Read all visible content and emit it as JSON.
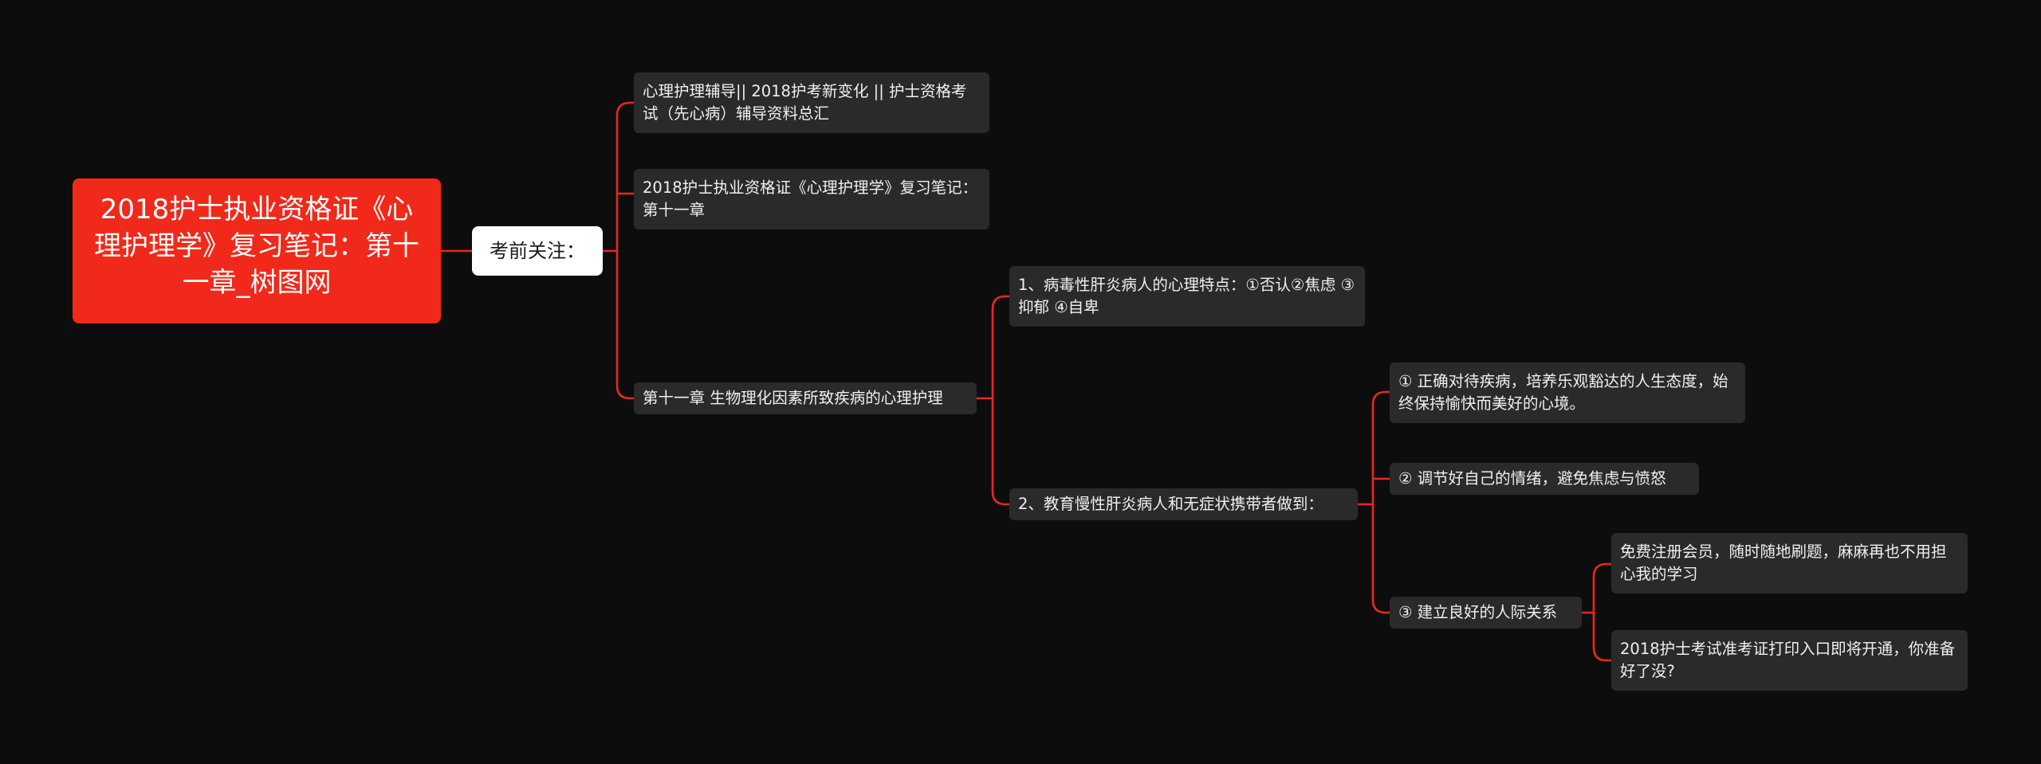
{
  "mindmap": {
    "root": "2018护士执业资格证《心理护理学》复习笔记：第十一章_树图网",
    "topic": "考前关注：",
    "items": [
      {
        "text": "心理护理辅导|| 2018护考新变化 || 护士资格考试（先心病）辅导资料总汇"
      },
      {
        "text": "2018护士执业资格证《心理护理学》复习笔记：第十一章"
      },
      {
        "text": "第十一章 生物理化因素所致疾病的心理护理",
        "children": [
          {
            "text": "1、病毒性肝炎病人的心理特点：①否认②焦虑 ③抑郁 ④自卑"
          },
          {
            "text": "2、教育慢性肝炎病人和无症状携带者做到：",
            "children": [
              {
                "text": "① 正确对待疾病，培养乐观豁达的人生态度，始终保持愉快而美好的心境。"
              },
              {
                "text": "② 调节好自己的情绪，避免焦虑与愤怒"
              },
              {
                "text": "③ 建立良好的人际关系",
                "children": [
                  {
                    "text": "免费注册会员，随时随地刷题，麻麻再也不用担心我的学习"
                  },
                  {
                    "text": "2018护士考试准考证打印入口即将开通，你准备好了没?"
                  }
                ]
              }
            ]
          }
        ]
      }
    ]
  },
  "colors": {
    "background": "#0e0d0e",
    "root": "#f0291a",
    "topic": "#ffffff",
    "node": "#2a2a2a",
    "link": "#e52a1e"
  }
}
